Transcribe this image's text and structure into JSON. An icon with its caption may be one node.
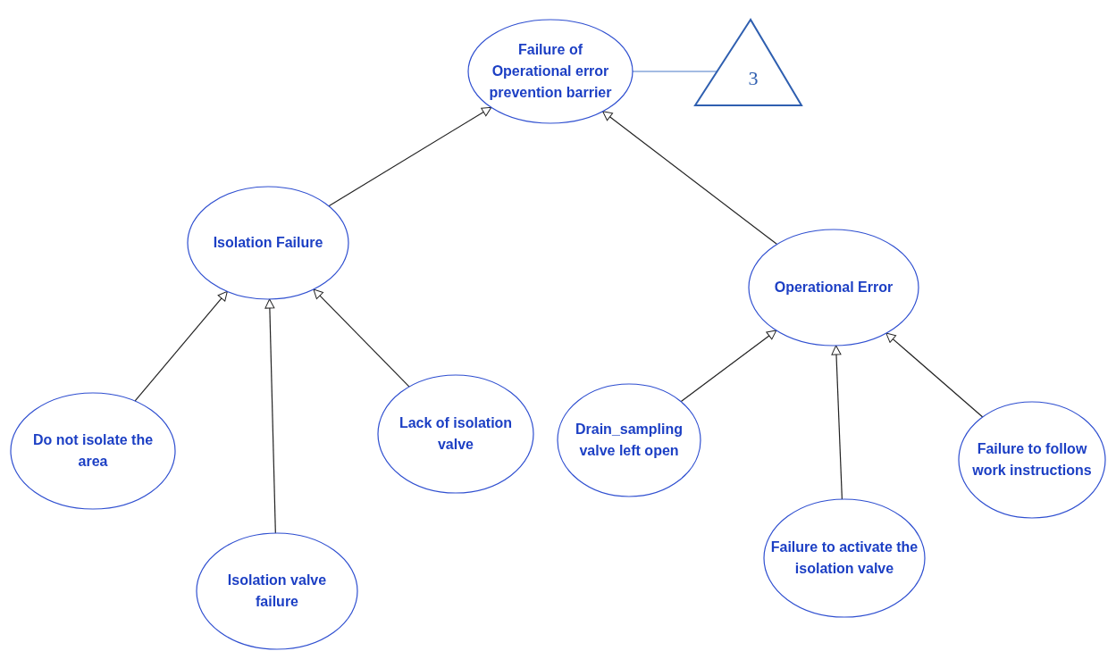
{
  "diagram": {
    "nodes": [
      {
        "text": [
          "Failure of Operational error prevention barrier"
        ]
      },
      {
        "text": [
          "3"
        ]
      },
      {
        "text": [
          "Isolation Failure"
        ]
      },
      {
        "text": [
          "Operational Error"
        ]
      },
      {
        "text": [
          "Do not isolate the area"
        ]
      },
      {
        "text": [
          "Isolation valve failure"
        ]
      },
      {
        "text": [
          "Lack of isolation valve"
        ]
      },
      {
        "text": [
          "Drain_sampling valve left open"
        ]
      },
      {
        "text": [
          "Failure to activate the isolation valve"
        ]
      },
      {
        "text": [
          "Failure to follow work instructions"
        ]
      }
    ],
    "edges": [
      {
        "from": 0,
        "to": 1,
        "arrow": "none",
        "color": "#4a7ac8"
      },
      {
        "from": 2,
        "to": 0,
        "arrow": "to"
      },
      {
        "from": 3,
        "to": 0,
        "arrow": "to"
      },
      {
        "from": 4,
        "to": 2,
        "arrow": "to"
      },
      {
        "from": 5,
        "to": 2,
        "arrow": "to"
      },
      {
        "from": 6,
        "to": 2,
        "arrow": "to"
      },
      {
        "from": 7,
        "to": 3,
        "arrow": "to"
      },
      {
        "from": 8,
        "to": 3,
        "arrow": "to"
      },
      {
        "from": 9,
        "to": 3,
        "arrow": "to"
      }
    ]
  }
}
